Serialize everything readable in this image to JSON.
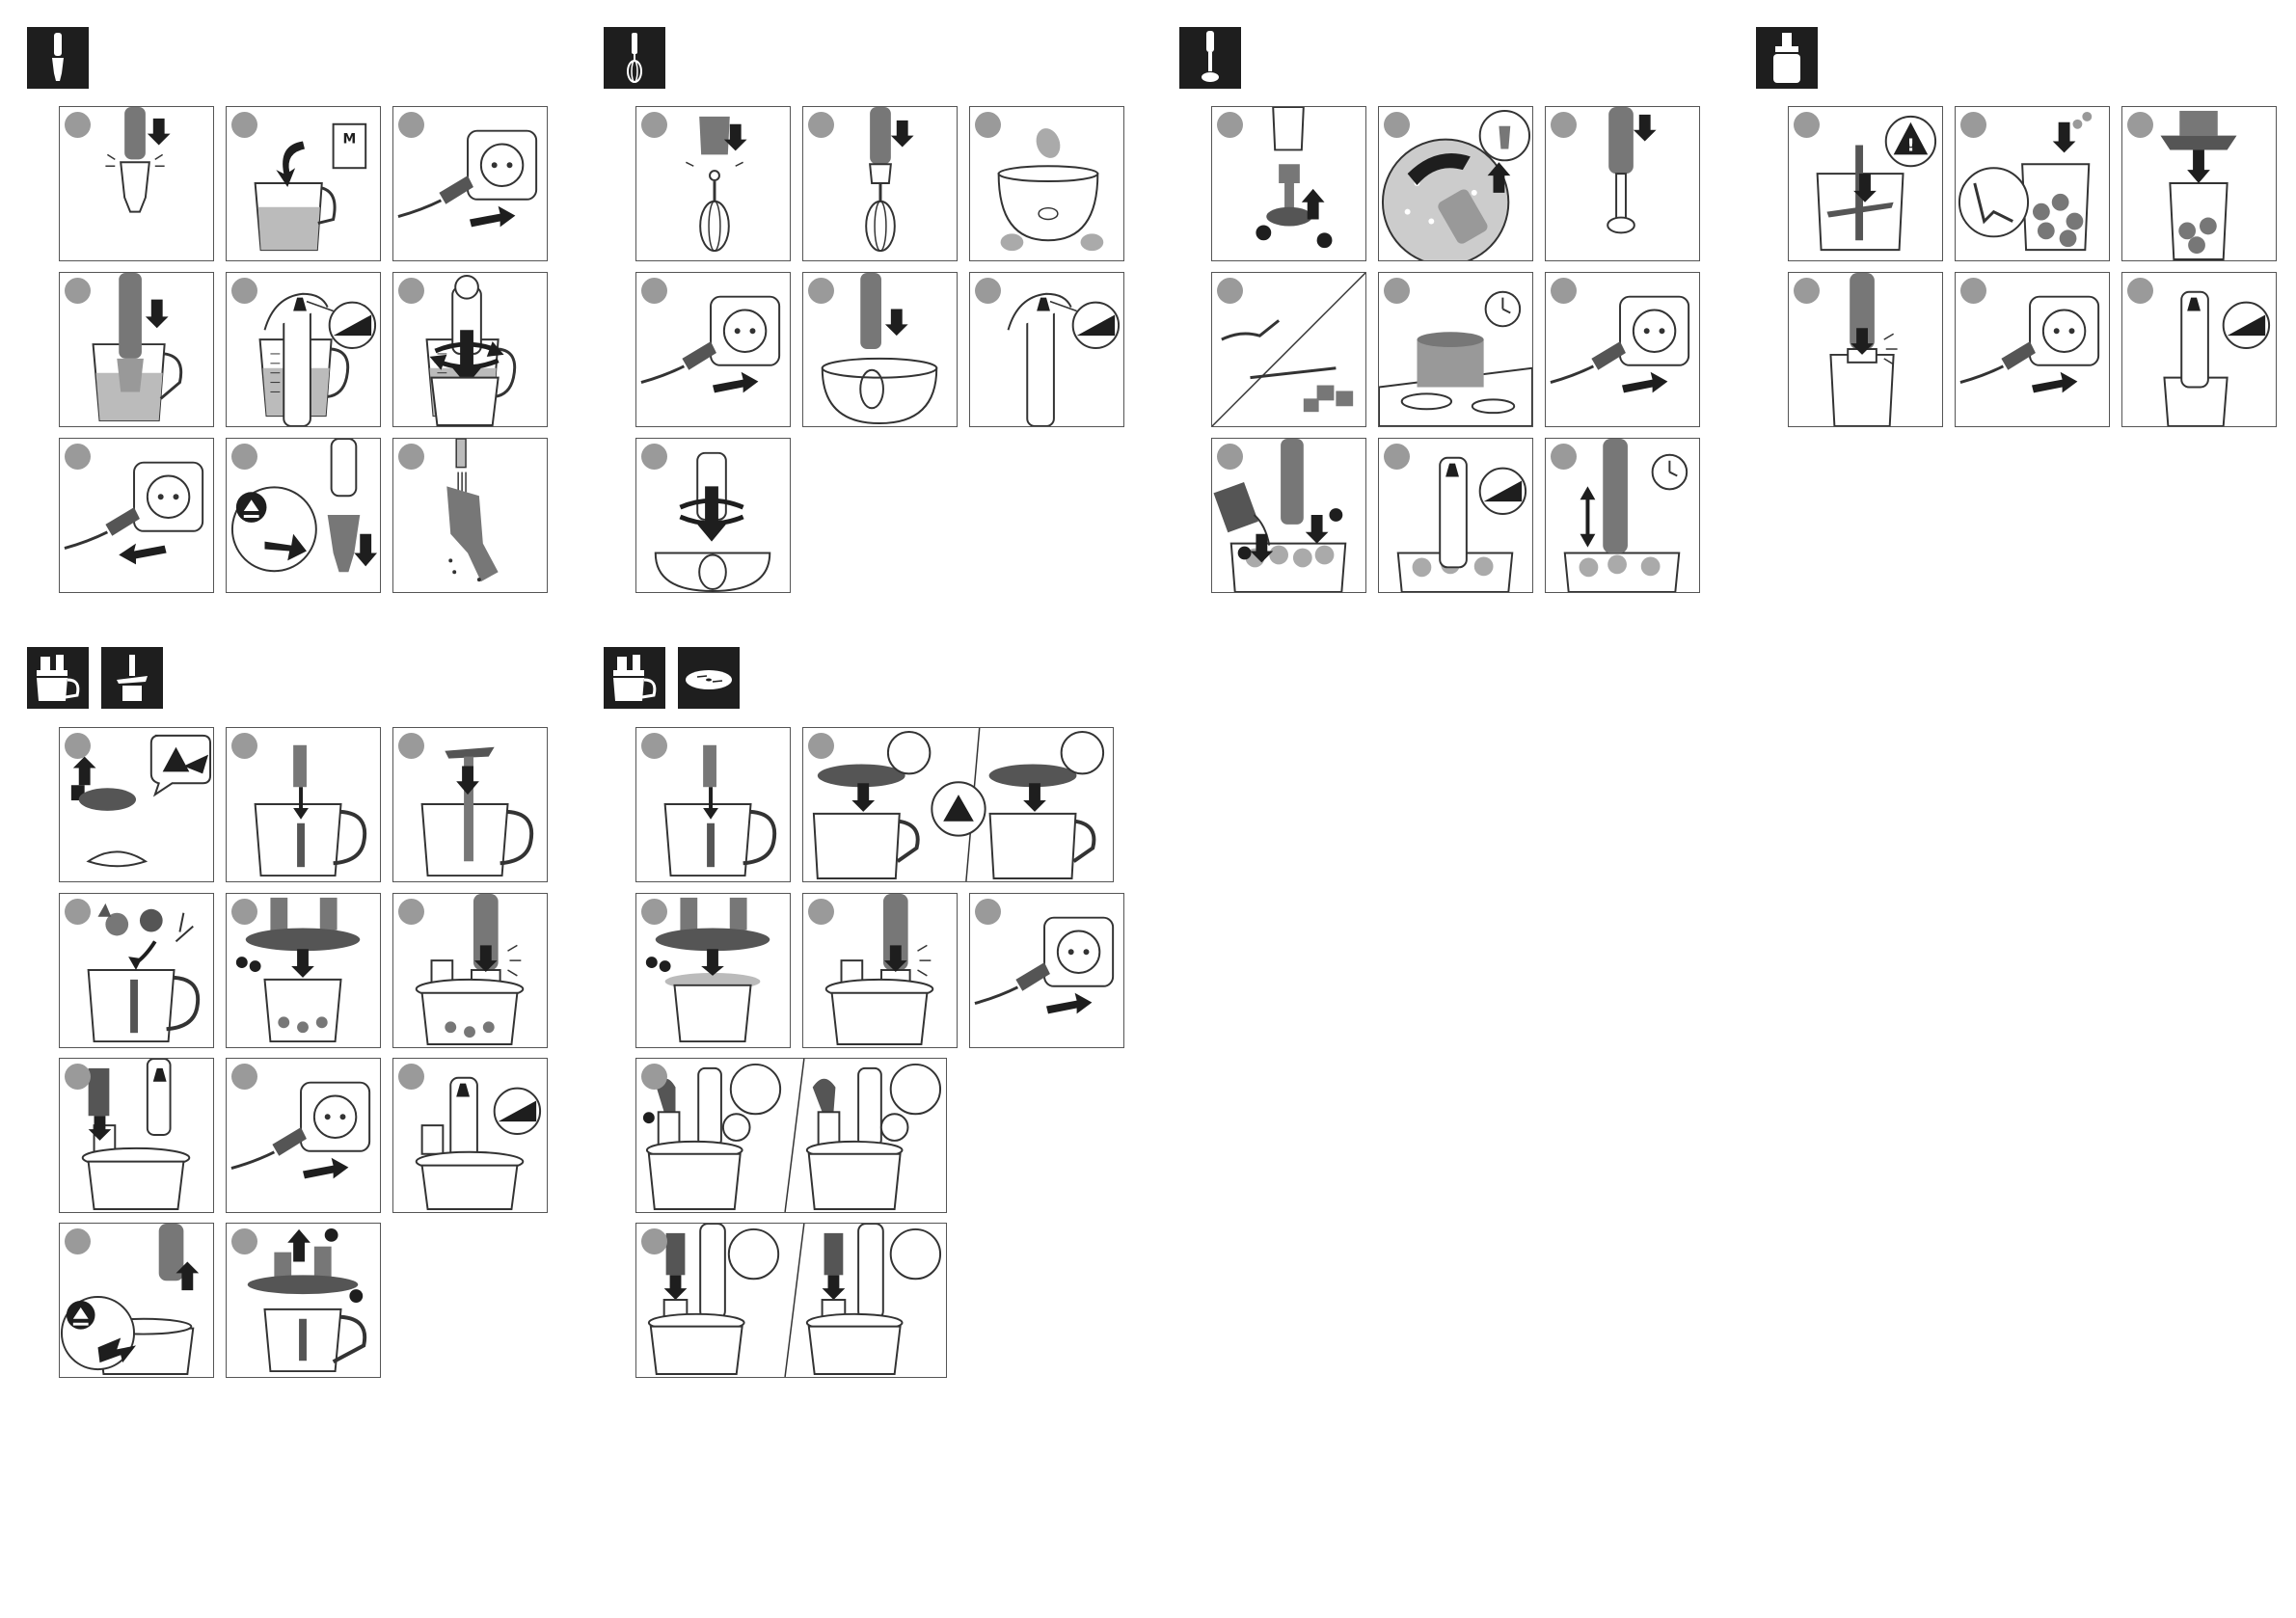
{
  "sections": [
    {
      "id": "hand-blender",
      "icons": [
        "hand-blender-icon"
      ],
      "steps": [
        "",
        "",
        "",
        "",
        "",
        "",
        "",
        "",
        ""
      ]
    },
    {
      "id": "whisk",
      "icons": [
        "whisk-icon"
      ],
      "steps": [
        "",
        "",
        "",
        "",
        "",
        "",
        ""
      ]
    },
    {
      "id": "soup-masher",
      "icons": [
        "masher-icon"
      ],
      "steps": [
        "",
        "",
        "",
        "",
        "",
        "",
        "",
        "",
        ""
      ]
    },
    {
      "id": "mini-chopper",
      "icons": [
        "mini-chopper-icon"
      ],
      "steps": [
        "",
        "",
        "",
        "",
        "",
        ""
      ]
    },
    {
      "id": "food-processor-chopping",
      "icons": [
        "food-processor-icon",
        "chopping-blade-icon"
      ],
      "steps": [
        "",
        "",
        "",
        "",
        "",
        "",
        "",
        "",
        "",
        "",
        ""
      ]
    },
    {
      "id": "food-processor-discs",
      "icons": [
        "food-processor-icon",
        "slicing-disc-icon"
      ],
      "steps": [
        "",
        "",
        "",
        "",
        "",
        "",
        ""
      ]
    }
  ],
  "colors": {
    "ink": "#1e1e1e",
    "step_circle": "#9a9a9a",
    "panel_border": "#555555",
    "grey_fill": "#7a7a7a"
  }
}
